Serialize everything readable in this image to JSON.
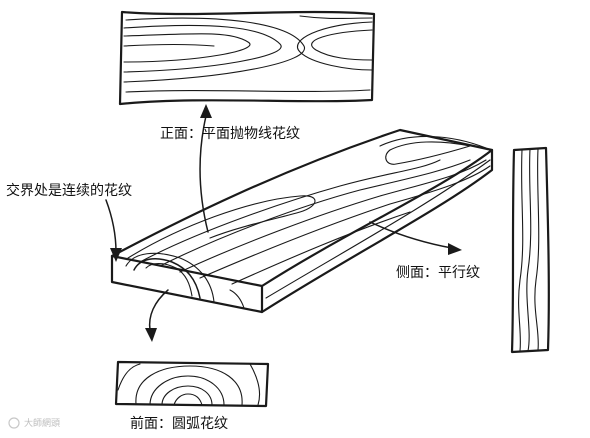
{
  "labels": {
    "plane_face": "正面：平面抛物线花纹",
    "junction": "交界处是连续的花纹",
    "side_face": "侧面：平行纹",
    "front_face": "前面：圆弧花纹"
  },
  "watermark": {
    "text": "大師網頭"
  },
  "colors": {
    "ink": "#1a1a1a",
    "background": "#ffffff"
  }
}
